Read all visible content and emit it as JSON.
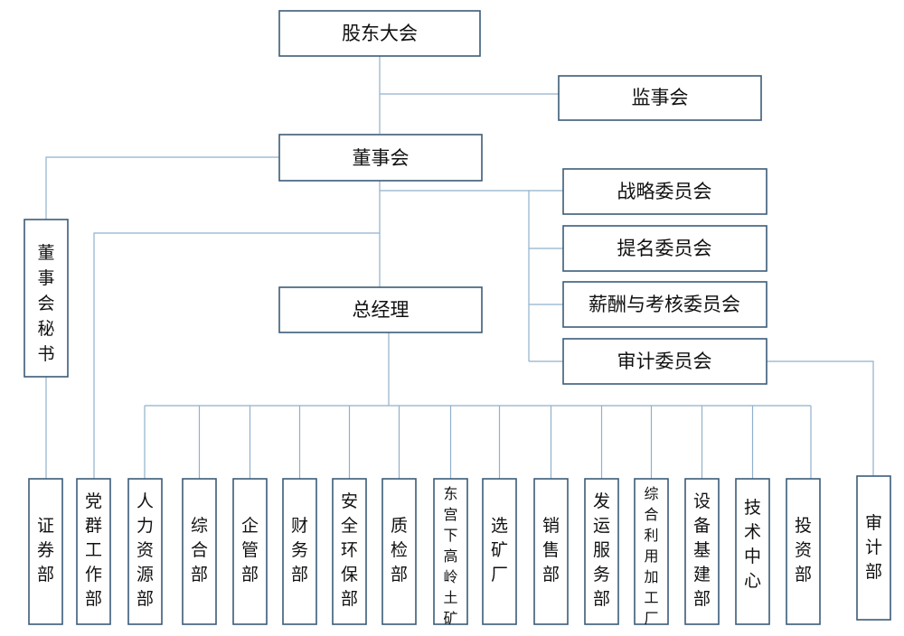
{
  "nodes": {
    "shareholders": "股东大会",
    "supervisory": "监事会",
    "board": "董事会",
    "strategy_committee": "战略委员会",
    "nomination_committee": "提名委员会",
    "compensation_committee": "薪酬与考核委员会",
    "audit_committee": "审计委员会",
    "board_secretary": "董事会秘书",
    "general_manager": "总经理"
  },
  "departments": [
    {
      "id": "securities",
      "label": "证券部"
    },
    {
      "id": "party",
      "label": "党群工作部"
    },
    {
      "id": "hr",
      "label": "人力资源部"
    },
    {
      "id": "general",
      "label": "综合部"
    },
    {
      "id": "management",
      "label": "企管部"
    },
    {
      "id": "finance",
      "label": "财务部"
    },
    {
      "id": "safety",
      "label": "安全环保部"
    },
    {
      "id": "quality",
      "label": "质检部"
    },
    {
      "id": "dgx-mine",
      "label": "东宫下高岭土矿"
    },
    {
      "id": "concentrator",
      "label": "选矿厂"
    },
    {
      "id": "sales",
      "label": "销售部"
    },
    {
      "id": "power",
      "label": "发运服务部"
    },
    {
      "id": "utilization",
      "label": "综合利用加工厂"
    },
    {
      "id": "equipment",
      "label": "设备基建部"
    },
    {
      "id": "tech",
      "label": "技术中心"
    },
    {
      "id": "investment",
      "label": "投资部"
    },
    {
      "id": "audit",
      "label": "审计部"
    }
  ]
}
